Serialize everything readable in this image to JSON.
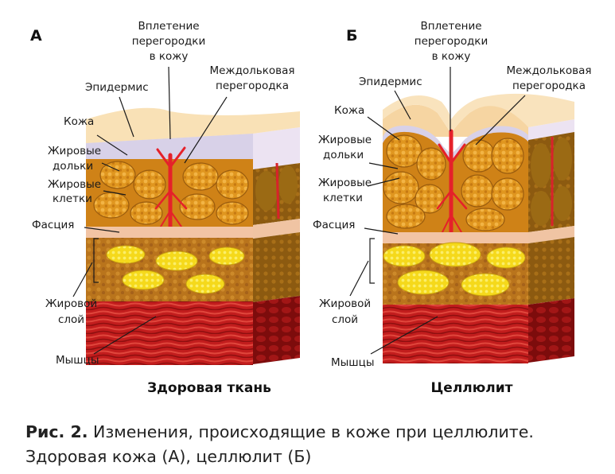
{
  "panels": [
    {
      "letter": "А",
      "title": "Здоровая ткань",
      "labels": {
        "weave_line1": "Вплетение",
        "weave_line2": "перегородки",
        "weave_line3": "в кожу",
        "septum_line1": "Междольковая",
        "septum_line2": "перегородка",
        "epidermis": "Эпидермис",
        "skin": "Кожа",
        "lobules_line1": "Жировые",
        "lobules_line2": "дольки",
        "cells_line1": "Жировые",
        "cells_line2": "клетки",
        "fascia": "Фасция",
        "fat_line1": "Жировой",
        "fat_line2": "слой",
        "muscles": "Мышцы"
      }
    },
    {
      "letter": "Б",
      "title": "Целлюлит",
      "labels": {
        "weave_line1": "Вплетение",
        "weave_line2": "перегородки",
        "weave_line3": "в кожу",
        "septum_line1": "Междольковая",
        "septum_line2": "перегородка",
        "epidermis": "Эпидермис",
        "skin": "Кожа",
        "lobules_line1": "Жировые",
        "lobules_line2": "дольки",
        "cells_line1": "Жировые",
        "cells_line2": "клетки",
        "fascia": "Фасция",
        "fat_line1": "Жировой",
        "fat_line2": "слой",
        "muscles": "Мышцы"
      }
    }
  ],
  "caption": {
    "prefix": "Рис. 2.",
    "line1": " Изменения, происходящие в коже при целлюлите.",
    "line2": "Здоровая кожа (А), целлюлит (Б)"
  },
  "colors": {
    "epidermis": "#f7d9a8",
    "dermis": "#d9d2e6",
    "lobule": "#d98a1a",
    "lobule_cell": "#e9a53a",
    "septum": "#e8222a",
    "fascia": "#f2c7a6",
    "fat_yellow": "#f7e01f",
    "fat_bg": "#b8741b",
    "muscle": "#c41e1e",
    "muscle_dark": "#8f1010"
  }
}
